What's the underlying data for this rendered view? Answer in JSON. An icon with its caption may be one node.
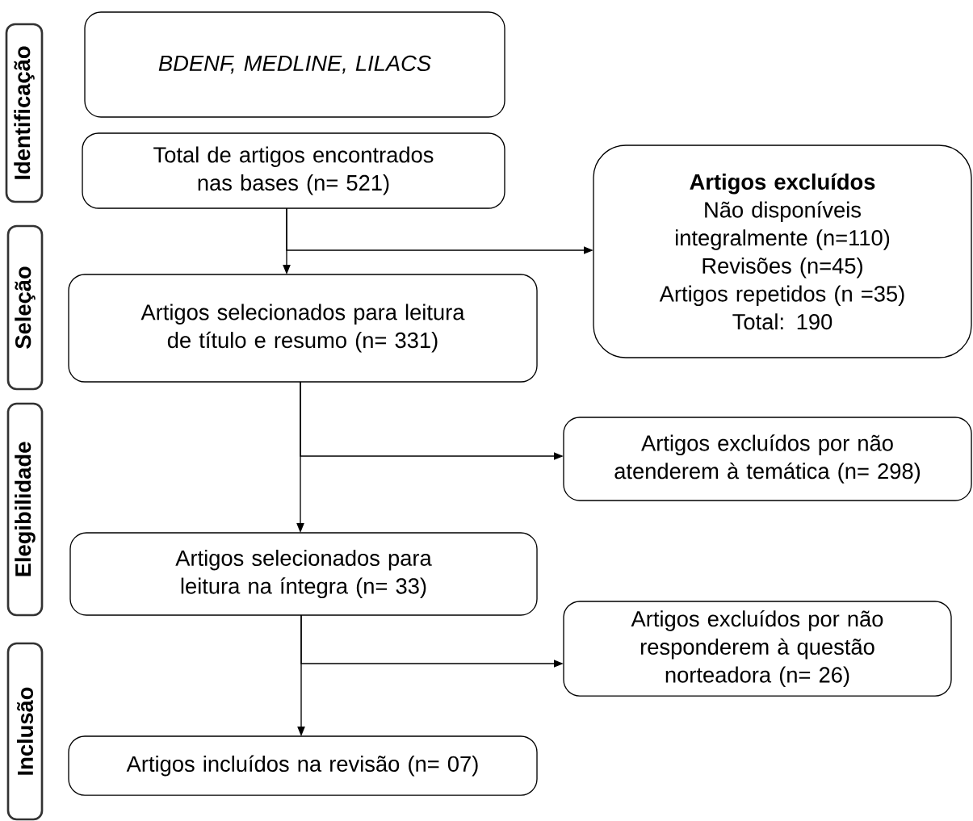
{
  "diagram": {
    "nodes": [
      {
        "text": [
          "Identificação"
        ]
      },
      {
        "text": [
          "Seleção"
        ]
      },
      {
        "text": [
          "Elegibilidade"
        ]
      },
      {
        "text": [
          "Inclusão"
        ]
      },
      {
        "text": [
          "BDENF, MEDLINE, LILACS"
        ]
      },
      {
        "text": [
          "Total de artigos encontrados nas bases (n= 521)"
        ]
      },
      {
        "text": [
          "Artigos excluídos",
          "Não disponíveis integralmente (n=110)",
          "Revisões (n=45)",
          "Artigos repetidos (n =35)",
          "Total: 190"
        ]
      },
      {
        "text": [
          "Artigos selecionados para leitura de título e resumo (n= 331)"
        ]
      },
      {
        "text": [
          "Artigos excluídos por não atenderem à temática (n= 298)"
        ]
      },
      {
        "text": [
          "Artigos selecionados para leitura na íntegra (n= 33)"
        ]
      },
      {
        "text": [
          "Artigos excluídos por não responderem à questão norteadora (n= 26)"
        ]
      },
      {
        "text": [
          "Artigos incluídos na revisão (n= 07)"
        ]
      }
    ],
    "edges": [
      {
        "from": 5,
        "to": 7,
        "arrow": "to"
      },
      {
        "from": 5,
        "to": 6,
        "arrow": "to"
      },
      {
        "from": 7,
        "to": 9,
        "arrow": "to"
      },
      {
        "from": 7,
        "to": 8,
        "arrow": "to"
      },
      {
        "from": 9,
        "to": 11,
        "arrow": "to"
      },
      {
        "from": 9,
        "to": 10,
        "arrow": "to"
      }
    ]
  }
}
